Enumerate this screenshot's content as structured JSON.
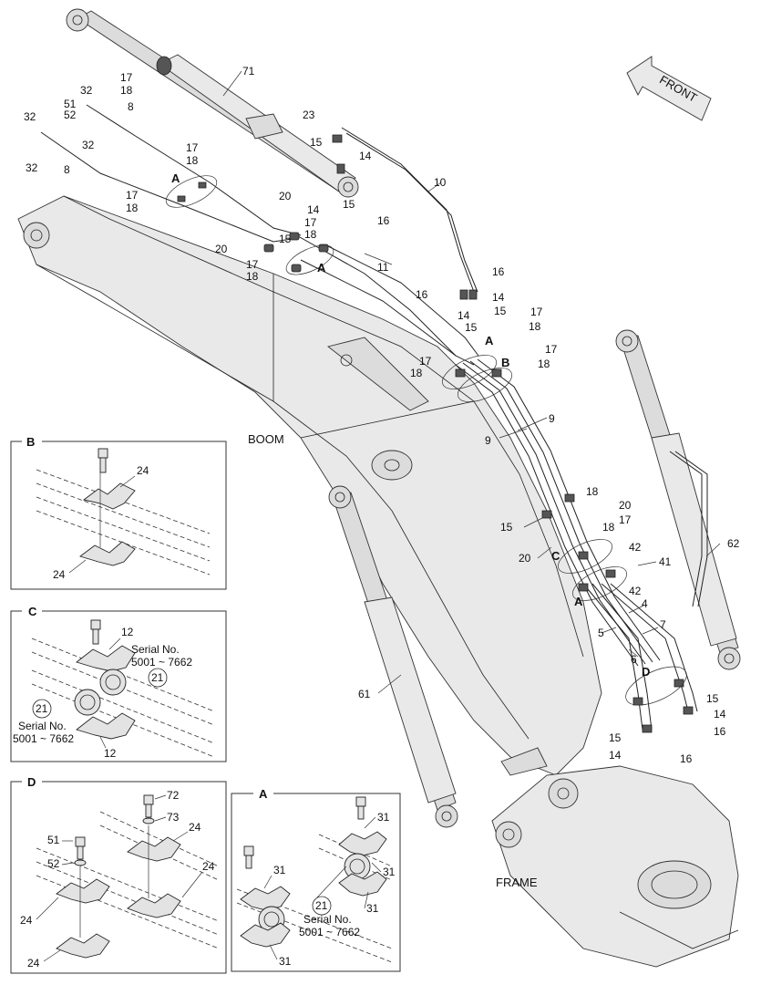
{
  "labels": {
    "boom": "BOOM",
    "frame": "FRAME",
    "front": "FRONT"
  },
  "detail_views": [
    {
      "key": "B"
    },
    {
      "key": "C"
    },
    {
      "key": "D"
    },
    {
      "key": "A"
    }
  ],
  "detail_refs": {
    "a": "A",
    "b": "B",
    "c": "C",
    "d": "D"
  },
  "serial_note": {
    "line1": "Serial No.",
    "line2": "5001 ~ 7662"
  },
  "part_numbers": {
    "p4": "4",
    "p5": "5",
    "p6": "6",
    "p7": "7",
    "p8": "8",
    "p9": "9",
    "p10": "10",
    "p11": "11",
    "p12": "12",
    "p14": "14",
    "p15": "15",
    "p16": "16",
    "p17": "17",
    "p18": "18",
    "p20": "20",
    "p21": "21",
    "p23": "23",
    "p24": "24",
    "p31": "31",
    "p32": "32",
    "p41": "41",
    "p42": "42",
    "p51": "51",
    "p52": "52",
    "p61": "61",
    "p62": "62",
    "p71": "71",
    "p72": "72",
    "p73": "73"
  },
  "colors": {
    "line": "#222222",
    "fill": "#dcdcdc",
    "background": "#ffffff"
  }
}
